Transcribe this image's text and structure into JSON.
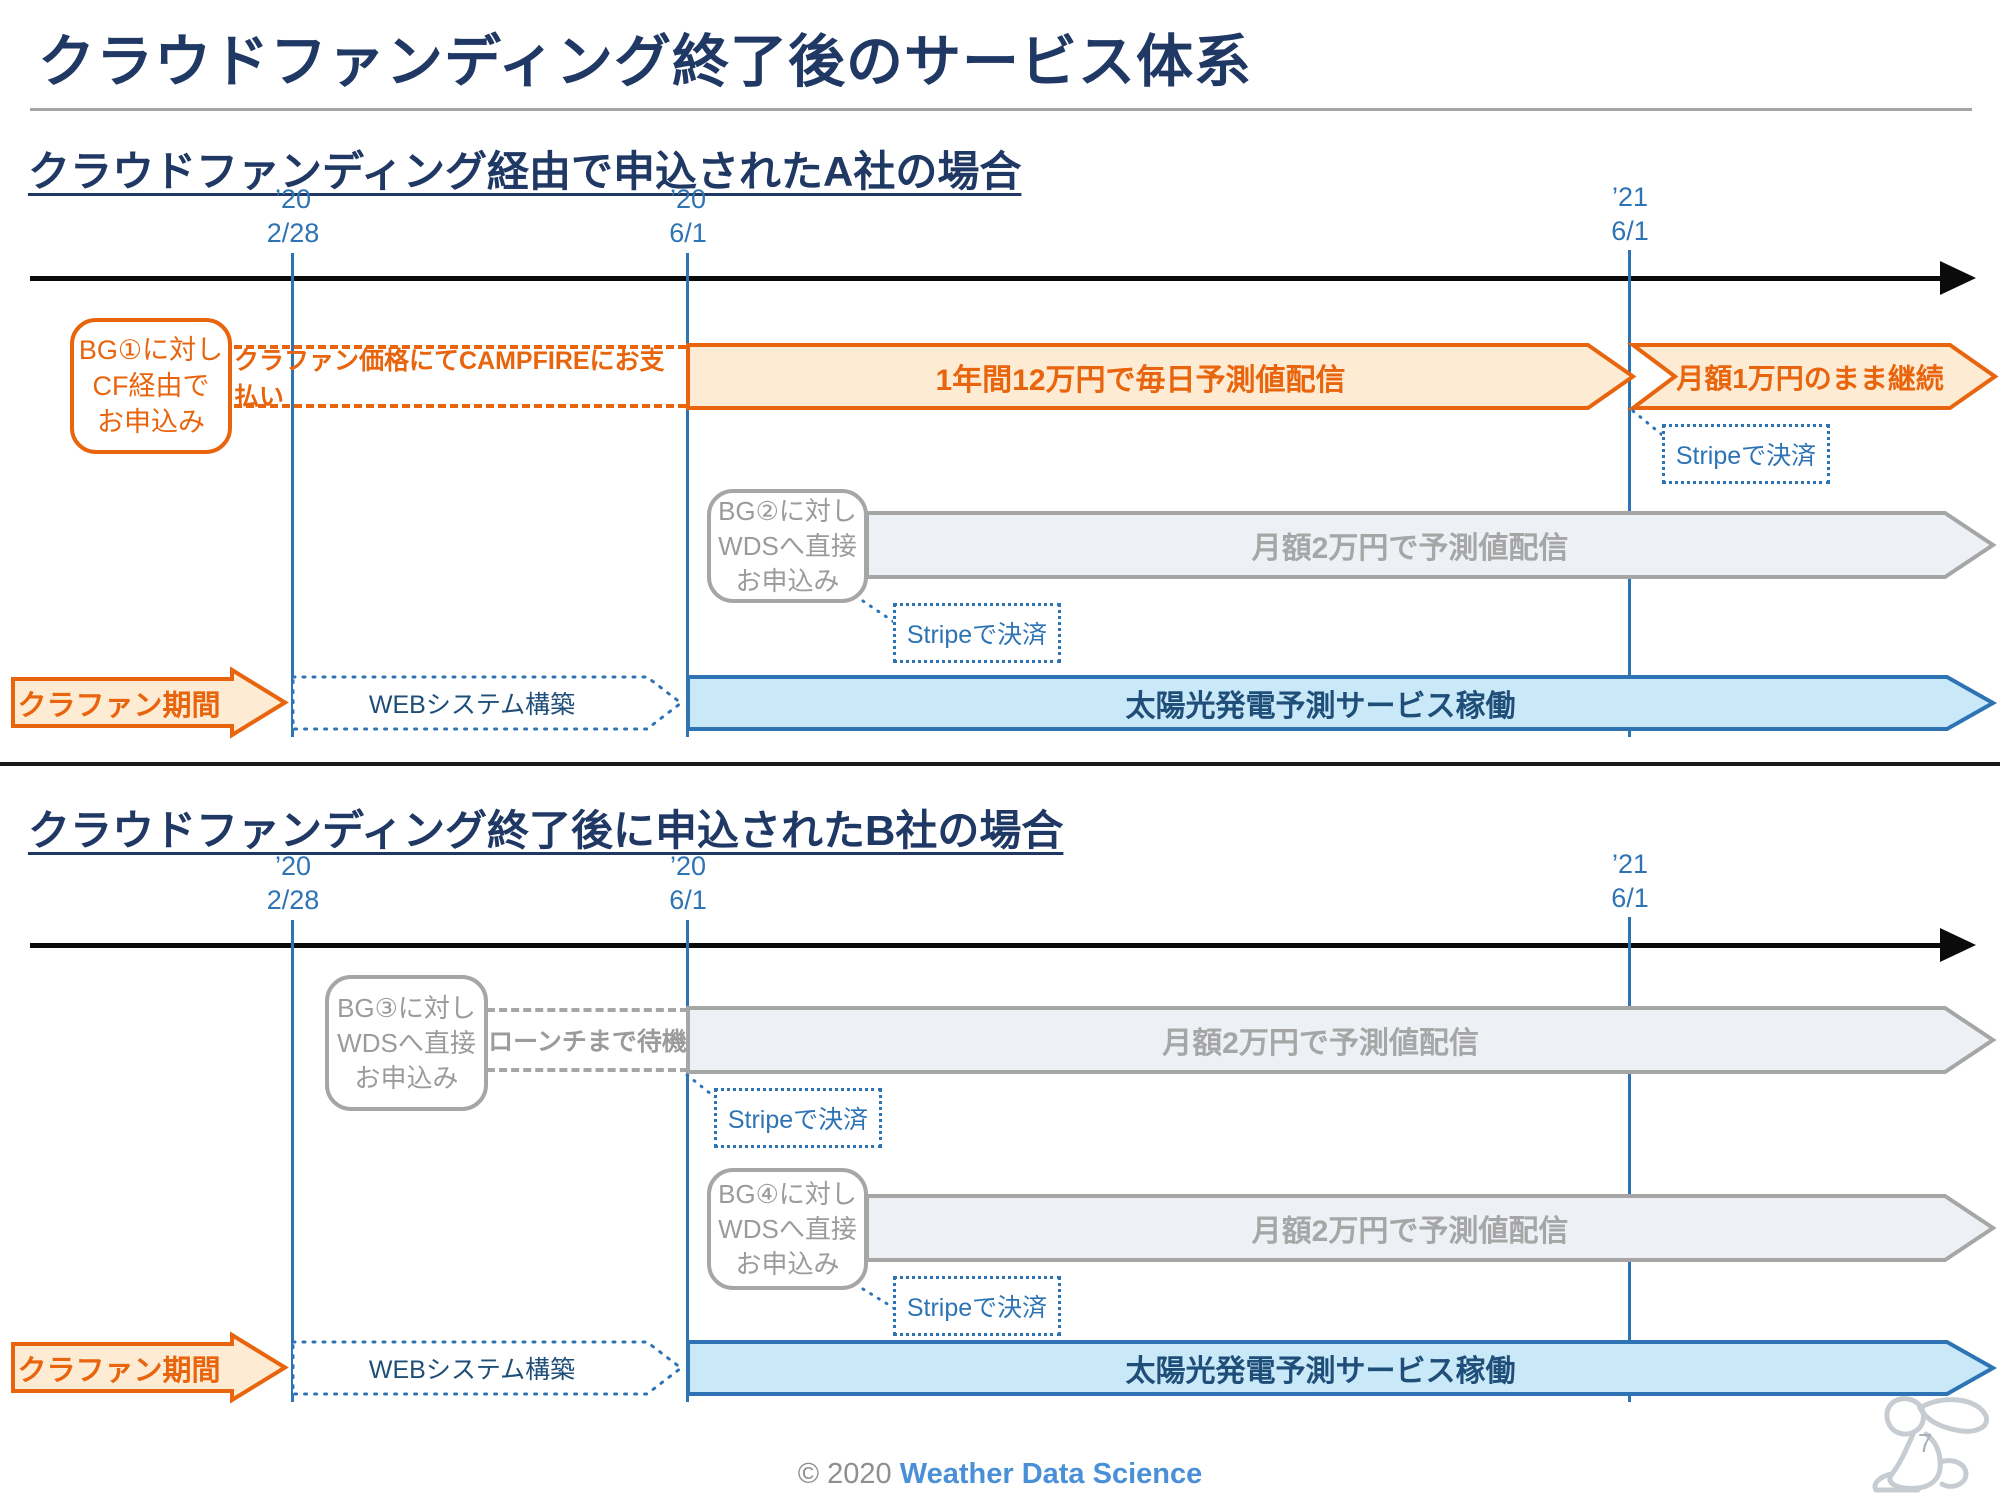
{
  "title": "クラウドファンディング終了後のサービス体系",
  "colors": {
    "navy": "#1F3864",
    "blue": "#2E74B5",
    "blue_dark": "#1F4E79",
    "orange": "#E8650D",
    "orange_fill": "#FDEBD3",
    "gray": "#A6A6A6",
    "gray_fill": "#EDF1F6",
    "blue_fill": "#C9E8F8"
  },
  "section_a": {
    "heading": "クラウドファンディング経由で申込されたA社の場合",
    "dates": [
      {
        "year": "’20",
        "day": "2/28"
      },
      {
        "year": "’20",
        "day": "6/1"
      },
      {
        "year": "’21",
        "day": "6/1"
      }
    ],
    "bg1_label": "BG①に対し\nCF経由で\nお申込み",
    "pay_campfire": "クラファン価格にてCAMPFIREにお支払い",
    "banner_year_plan": "1年間12万円で毎日予測値配信",
    "banner_continue": "月額1万円のまま継続",
    "stripe1": "Stripeで決済",
    "bg2_label": "BG②に対し\nWDSへ直接\nお申込み",
    "banner_monthly": "月額2万円で予測値配信",
    "stripe2": "Stripeで決済",
    "cf_period": "クラファン期間",
    "web_build": "WEBシステム構築",
    "service_run": "太陽光発電予測サービス稼働"
  },
  "section_b": {
    "heading": "クラウドファンディング終了後に申込されたB社の場合",
    "dates": [
      {
        "year": "’20",
        "day": "2/28"
      },
      {
        "year": "’20",
        "day": "6/1"
      },
      {
        "year": "’21",
        "day": "6/1"
      }
    ],
    "bg3_label": "BG③に対し\nWDSへ直接\nお申込み",
    "wait_launch": "ローンチまで待機",
    "banner_monthly_1": "月額2万円で予測値配信",
    "stripe3": "Stripeで決済",
    "bg4_label": "BG④に対し\nWDSへ直接\nお申込み",
    "banner_monthly_2": "月額2万円で予測値配信",
    "stripe4": "Stripeで決済",
    "cf_period": "クラファン期間",
    "web_build": "WEBシステム構築",
    "service_run": "太陽光発電予測サービス稼働"
  },
  "footer": {
    "copyright": "© 2020",
    "brand": "Weather Data Science",
    "page_number": "7"
  }
}
